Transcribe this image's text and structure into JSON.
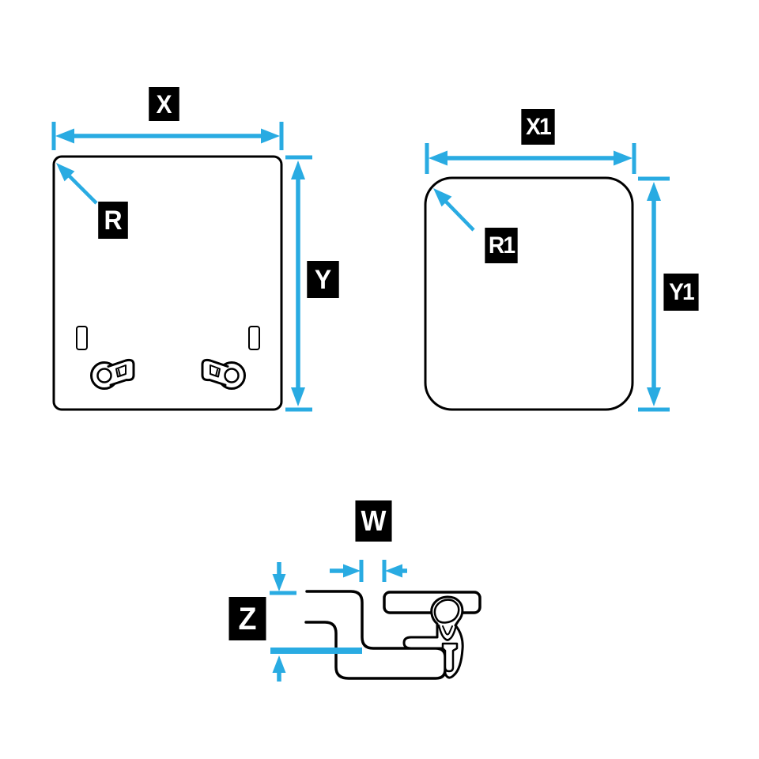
{
  "colors": {
    "background": "#ffffff",
    "dimension_blue": "#29ABE2",
    "outline_black": "#000000",
    "label_background": "#000000",
    "label_text": "#ffffff"
  },
  "figures": {
    "panel": {
      "description": "hatch panel top view",
      "width_label": "X",
      "height_label": "Y",
      "radius_label": "R"
    },
    "cutout": {
      "description": "cutout opening view",
      "width_label": "X1",
      "height_label": "Y1",
      "radius_label": "R1"
    },
    "section": {
      "description": "frame cross-section",
      "width_label": "W",
      "depth_label": "Z"
    }
  }
}
